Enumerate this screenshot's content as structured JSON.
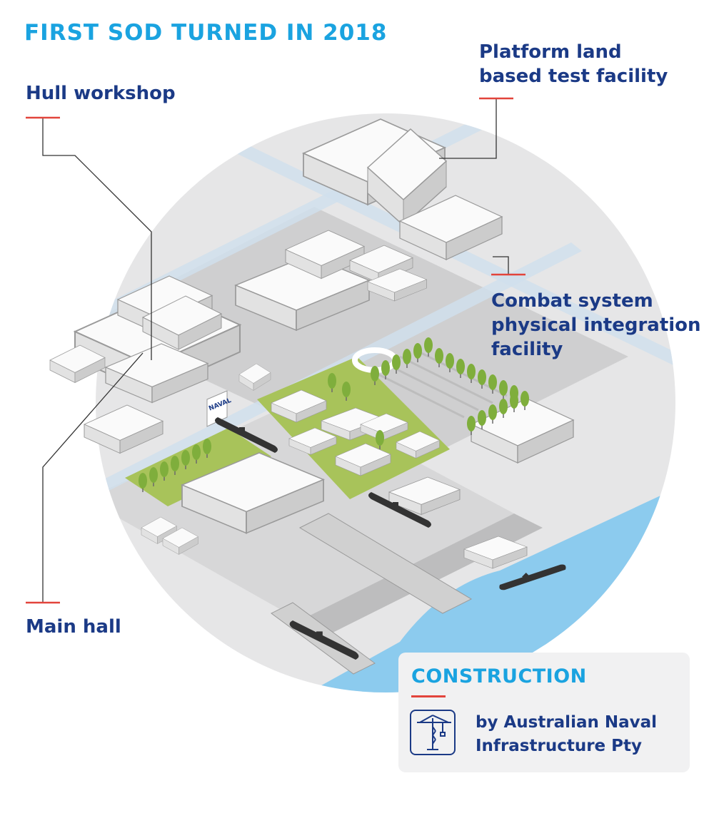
{
  "title": "FIRST SOD TURNED IN 2018",
  "labels": {
    "hull_workshop": "Hull workshop",
    "platform_line1": "Platform land",
    "platform_line2": "based test facility",
    "combat_line1": "Combat system",
    "combat_line2": "physical integration",
    "combat_line3": "facility",
    "main_hall": "Main hall"
  },
  "building_sign": "NAVAL",
  "construction": {
    "heading": "CONSTRUCTION",
    "line1": "by Australian Naval",
    "line2": "Infrastructure Pty",
    "icon": "crane-icon"
  },
  "colors": {
    "title_blue": "#1aa3e0",
    "label_navy": "#1b3a86",
    "accent_red": "#e2443b",
    "water": "#8ccbee",
    "grass": "#a8c35a",
    "tree": "#7fae3c"
  }
}
